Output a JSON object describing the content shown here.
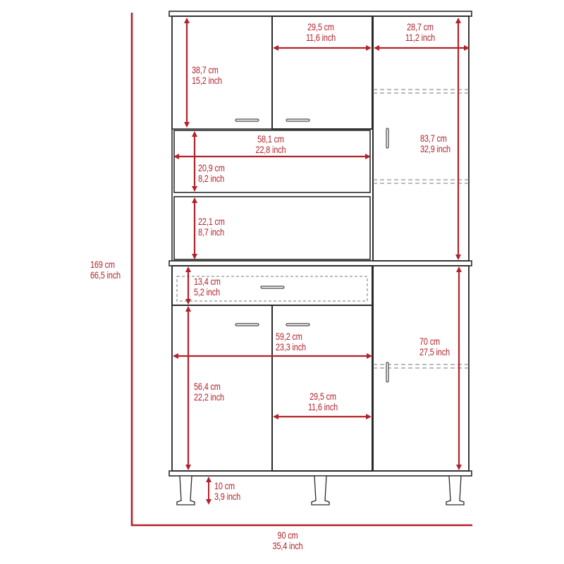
{
  "colors": {
    "dimension": "#b3222b",
    "outline": "#2a2a2a",
    "background": "#ffffff"
  },
  "overall": {
    "height": {
      "cm": "169 cm",
      "inch": "66,5 inch"
    },
    "width": {
      "cm": "90 cm",
      "inch": "35,4 inch"
    }
  },
  "upper": {
    "left_door_height": {
      "cm": "38,7 cm",
      "inch": "15,2 inch"
    },
    "middle_door_width": {
      "cm": "29,5 cm",
      "inch": "11,6 inch"
    },
    "right_door_width": {
      "cm": "28,7 cm",
      "inch": "11,2 inch"
    },
    "right_door_height": {
      "cm": "83,7 cm",
      "inch": "32,9 inch"
    },
    "open_shelf_width": {
      "cm": "58,1 cm",
      "inch": "22,8 inch"
    },
    "open_shelf_1_height": {
      "cm": "20,9 cm",
      "inch": "8,2 inch"
    },
    "open_shelf_2_height": {
      "cm": "22,1 cm",
      "inch": "8,7 inch"
    }
  },
  "lower": {
    "drawer_height": {
      "cm": "13,4 cm",
      "inch": "5,2 inch"
    },
    "lower_width": {
      "cm": "59,2 cm",
      "inch": "23,3 inch"
    },
    "right_door_height": {
      "cm": "70 cm",
      "inch": "27,5 inch"
    },
    "left_door_height": {
      "cm": "56,4  cm",
      "inch": "22,2 inch"
    },
    "middle_door_width": {
      "cm": "29,5 cm",
      "inch": "11,6 inch"
    },
    "leg_height": {
      "cm": "10 cm",
      "inch": "3,9 inch"
    }
  }
}
